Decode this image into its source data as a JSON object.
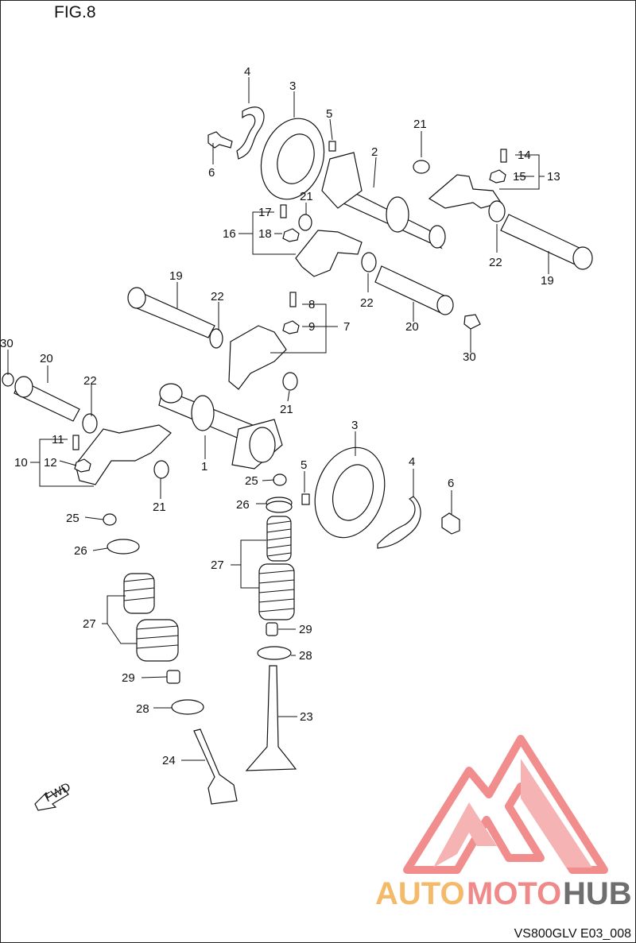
{
  "figure": {
    "title": "FIG.8",
    "reference_code": "VS800GLV E03_008",
    "direction_marker": "FWD"
  },
  "callouts": {
    "c1": "1",
    "c2": "2",
    "c3a": "3",
    "c3b": "3",
    "c4a": "4",
    "c4b": "4",
    "c5a": "5",
    "c5b": "5",
    "c6a": "6",
    "c6b": "6",
    "c7": "7",
    "c8": "8",
    "c9": "9",
    "c10": "10",
    "c11": "11",
    "c12": "12",
    "c13": "13",
    "c14": "14",
    "c15": "15",
    "c16": "16",
    "c17": "17",
    "c18": "18",
    "c19a": "19",
    "c19b": "19",
    "c20a": "20",
    "c20b": "20",
    "c21a": "21",
    "c21b": "21",
    "c21c": "21",
    "c21d": "21",
    "c22a": "22",
    "c22b": "22",
    "c22c": "22",
    "c22d": "22",
    "c23": "23",
    "c24": "24",
    "c25a": "25",
    "c25b": "25",
    "c26a": "26",
    "c26b": "26",
    "c27a": "27",
    "c27b": "27",
    "c28a": "28",
    "c28b": "28",
    "c29a": "29",
    "c29b": "29",
    "c30a": "30",
    "c30b": "30"
  },
  "watermark": {
    "part1": "AUTO",
    "part2": "MOTO",
    "part3": "HUB",
    "color_auto": "#f5b96a",
    "color_moto": "#f08a8a",
    "color_hub": "#6e6e6e",
    "logo_color": "#f07a7a"
  }
}
